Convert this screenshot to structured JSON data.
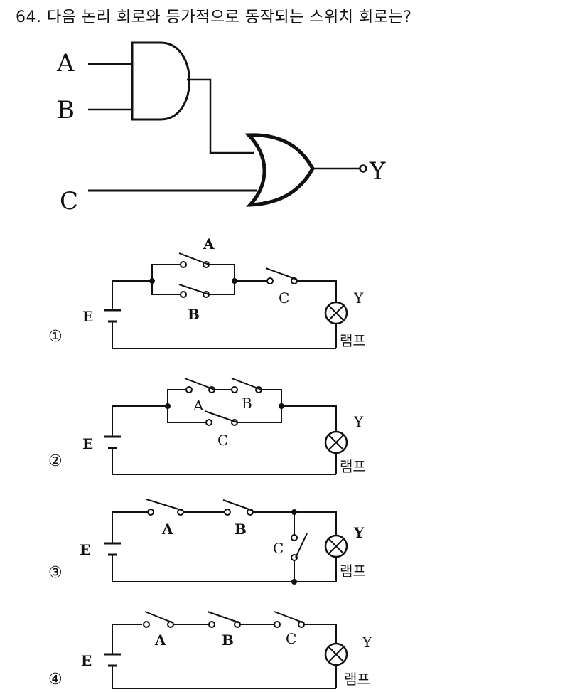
{
  "question": {
    "number": "64.",
    "text": "다음 논리 회로와 등가적으로 동작되는 스위치 회로는?"
  },
  "logic_diagram": {
    "inputs": [
      "A",
      "B",
      "C"
    ],
    "output": "Y",
    "gates": [
      "and-gate",
      "or-gate"
    ]
  },
  "options": [
    {
      "mark": "①",
      "switches": [
        "A",
        "B",
        "C"
      ],
      "battery": "E",
      "lamp_output": "Y",
      "lamp_label": "램프"
    },
    {
      "mark": "②",
      "switches": [
        "A",
        "B",
        "C"
      ],
      "battery": "E",
      "lamp_output": "Y",
      "lamp_label": "램프"
    },
    {
      "mark": "③",
      "switches": [
        "A",
        "B",
        "C"
      ],
      "battery": "E",
      "lamp_output": "Y",
      "lamp_label": "램프"
    },
    {
      "mark": "④",
      "switches": [
        "A",
        "B",
        "C"
      ],
      "battery": "E",
      "lamp_output": "Y",
      "lamp_label": "램프"
    }
  ]
}
